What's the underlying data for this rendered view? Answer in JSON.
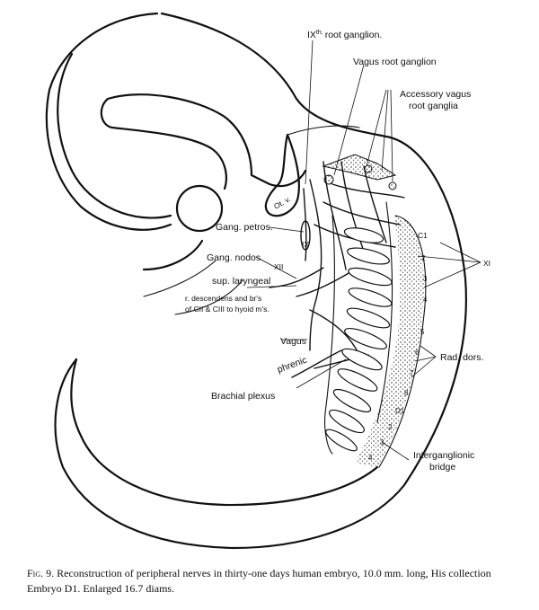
{
  "labels": {
    "ix_root_ganglion_pre": "IX",
    "ix_root_ganglion_sup": "th.",
    "ix_root_ganglion_post": "root ganglion.",
    "vagus_root_ganglion": "Vagus root ganglion",
    "accessory_vagus_line1": "Accessory vagus",
    "accessory_vagus_line2": "root ganglia",
    "ot_v": "Ot. v.",
    "gang_petros": "Gang. petros.",
    "ix_short": "IX",
    "gang_nodos": "Gang. nodos",
    "xii": "XII",
    "sup_laryngeal": "sup. laryngeal",
    "r_descendens_line1": "r. descendens and br's",
    "r_descendens_line2": "of CII & CIII to hyoid m's.",
    "vagus": "Vagus",
    "phrenic": "phrenic",
    "brachial_plexus": "Brachial plexus",
    "c1": "C1",
    "xi": "XI",
    "rad_dors": "Rad. dors.",
    "interganglionic_line1": "Interganglionic",
    "interganglionic_line2": "bridge",
    "seg_numbers": [
      "2",
      "3",
      "4",
      "5",
      "6",
      "7",
      "8",
      "D1",
      "2",
      "3",
      "4"
    ]
  },
  "caption": {
    "fig_label": "Fig. 9.",
    "text": "Reconstruction of peripheral nerves in thirty-one days human embryo, 10.0 mm. long, His collection Embryo D1. Enlarged 16.7 diams."
  }
}
